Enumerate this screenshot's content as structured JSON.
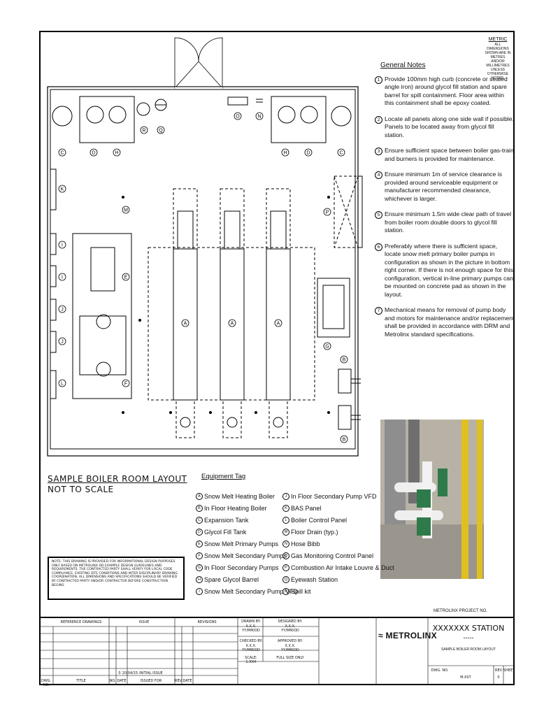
{
  "metric": {
    "title": "METRIC",
    "text": "ALL DIMENSIONS SHOWN ARE IN METRES AND/OR MILLIMETRES UNLESS OTHERWISE NOTED."
  },
  "general_notes": {
    "title": "General Notes",
    "items": [
      {
        "num": "1",
        "text": "Provide 100mm high curb (concrete or sealed angle iron) around glycol fill station and spare barrel for spill containment. Floor area within this containment shall be epoxy coated."
      },
      {
        "num": "2",
        "text": "Locate all panels along one side wall if possible. Panels to be located away from glycol fill station."
      },
      {
        "num": "3",
        "text": "Ensure sufficient space between boiler gas-train and burners is provided for maintenance."
      },
      {
        "num": "4",
        "text": "Ensure minimum 1m of service clearance is provided around serviceable equipment or manufacturer recommended clearance, whichever is larger."
      },
      {
        "num": "5",
        "text": "Ensure minimum 1.5m wide clear path of travel from boiler room double doors to glycol fill station."
      },
      {
        "num": "6",
        "text": "Preferably where there is sufficient space, locate snow melt primary boiler pumps in configuration as shown in the picture in bottom right corner. If there is not enough space for this configuration, vertical in-line primary pumps can be mounted on concrete pad as shown in the layout."
      },
      {
        "num": "7",
        "text": "Mechanical means for removal of pump body and motors for maintenance and/or replacement shall be provided in accordance with DRM and Metrolinx standard specifications."
      }
    ]
  },
  "layout_title": {
    "line1": "SAMPLE BOILER ROOM LAYOUT",
    "line2": "NOT TO SCALE"
  },
  "equipment": {
    "title": "Equipment Tag",
    "col1": [
      {
        "tag": "A",
        "label": "Snow Melt Heating Boiler"
      },
      {
        "tag": "B",
        "label": "In Floor Heating Boiler"
      },
      {
        "tag": "C",
        "label": "Expansion Tank"
      },
      {
        "tag": "D",
        "label": "Glycol Fill Tank"
      },
      {
        "tag": "E",
        "label": "Snow Melt Primary Pumps"
      },
      {
        "tag": "F",
        "label": "Snow Melt Secondary Pumps"
      },
      {
        "tag": "G",
        "label": "In Floor Secondary Pumps"
      },
      {
        "tag": "H",
        "label": "Spare Glycol Barrel"
      },
      {
        "tag": "I",
        "label": "Snow Melt Secondary Pump VFD"
      }
    ],
    "col2": [
      {
        "tag": "J",
        "label": "In Floor Secondary Pump VFD"
      },
      {
        "tag": "K",
        "label": "BAS Panel"
      },
      {
        "tag": "L",
        "label": "Boiler Control Panel"
      },
      {
        "tag": "M",
        "label": "Floor Drain (typ.)"
      },
      {
        "tag": "N",
        "label": "Hose Bibb"
      },
      {
        "tag": "O",
        "label": "Gas Monitoring Control Panel"
      },
      {
        "tag": "P",
        "label": "Combustion Air Intake Louvre & Duct"
      },
      {
        "tag": "Q",
        "label": "Eyewash Station"
      },
      {
        "tag": "R",
        "label": "Spill kit"
      }
    ]
  },
  "disclaimer": "NOTE: THIS DRAWING IS PROVIDED FOR INFORMATIONAL DESIGN PURPOSES ONLY BASED ON METROLINX DD EXAMPLE DESIGN GUIDELINES AND REQUIREMENTS. THE CONTRACTED PARTY SHALL VERIFY FOR LOCAL CODE COMPLIANCE, EXISTING SITE CONDITIONS AND INTER DISCIPLINARY DRAWING COORDINATION. ALL DIMENSIONS AND SPECIFICATIONS SHOULD BE VERIFIED BY CONTRACTED PARTY AND/OR CONTRACTOR BEFORE CONSTRUCTION BEGINS.",
  "title_block": {
    "project_label": "METROLINX PROJECT NO.",
    "ref_drawings": "REFERENCE DRAWINGS",
    "issue": "ISSUE",
    "revisions": "REVISIONS",
    "drawn_by": "DRAWN BY:",
    "designed_by": "DESIGNED BY:",
    "checked_by": "CHECKED BY:",
    "approved_by": "APPROVED BY:",
    "name_placeholder": "X.X.X.",
    "date_placeholder": "YY/MM/DD",
    "scale": "SCALE: 1:XXX",
    "full_size": "FULL SIZE ONLY",
    "issue_row_no": "0",
    "issue_row_date": "20/04/15",
    "issue_row_text": "INITIAL ISSUE",
    "dwg_no_label": "DWG. NO.",
    "title_label": "TITLE",
    "no_label": "NO.",
    "date_label": "DATE",
    "issued_for": "ISSUED FOR",
    "rev_label": "REV.",
    "logo": "METROLINX",
    "station": "XXXXXXX STATION",
    "station_dash": "-----",
    "sheet_title": "SAMPLE BOILER ROOM LAYOUT",
    "dwg_no": "M-X07",
    "rev": "REV",
    "sheet": "SHEET",
    "rev_value": "0"
  }
}
